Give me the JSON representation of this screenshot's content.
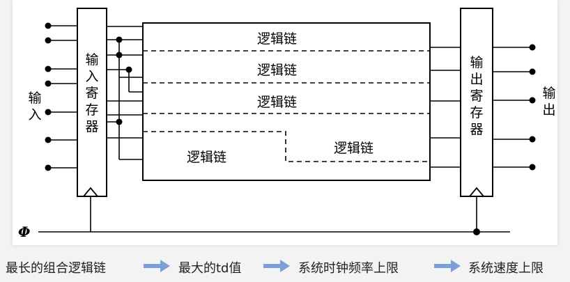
{
  "diagram": {
    "input_register": "输入寄存器",
    "output_register": "输出寄存器",
    "input_label": "输入",
    "output_label": "输出",
    "chain_label": "逻辑链",
    "clock_label": "Φ"
  },
  "flow": {
    "steps": [
      "最长的组合逻辑链",
      "最大的td值",
      "系统时钟频率上限",
      "系统速度上限"
    ],
    "arrow_color": "#7b9fd6"
  }
}
